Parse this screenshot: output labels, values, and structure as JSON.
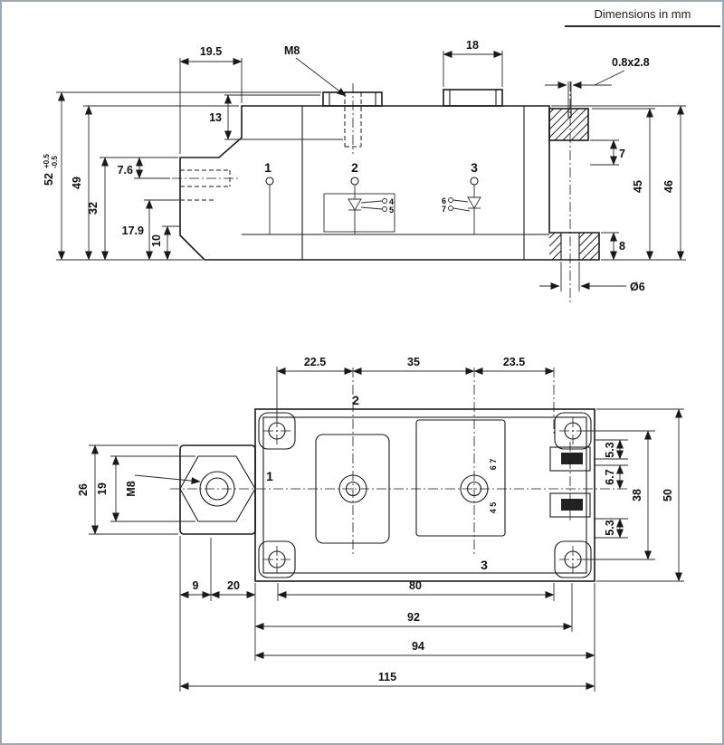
{
  "note": "Dimensions in mm",
  "side": {
    "d195": "19.5",
    "m8": "M8",
    "d13": "13",
    "d18": "18",
    "slot": "0.8x2.8",
    "d52": "52",
    "tolp": "+0.5",
    "tolm": "-0.5",
    "d49": "49",
    "d76": "7.6",
    "d32": "32",
    "d179": "17.9",
    "d10": "10",
    "d7": "7",
    "d45": "45",
    "d46": "46",
    "d8": "8",
    "dia6": "Ø6",
    "t1": "1",
    "t2": "2",
    "t3": "3",
    "p4": "4",
    "p5": "5",
    "p6": "6",
    "p7": "7"
  },
  "plan": {
    "d225": "22.5",
    "d35": "35",
    "d235": "23.5",
    "d26": "26",
    "d19": "19",
    "m8": "M8",
    "d53a": "5.3",
    "d67": "6.7",
    "d53b": "5.3",
    "d38": "38",
    "d50": "50",
    "d9": "9",
    "d20": "20",
    "d80": "80",
    "d92": "92",
    "d94": "94",
    "d115": "115",
    "t1": "1",
    "t2": "2",
    "t3": "3",
    "p67": "6 7",
    "p45": "4 5"
  }
}
